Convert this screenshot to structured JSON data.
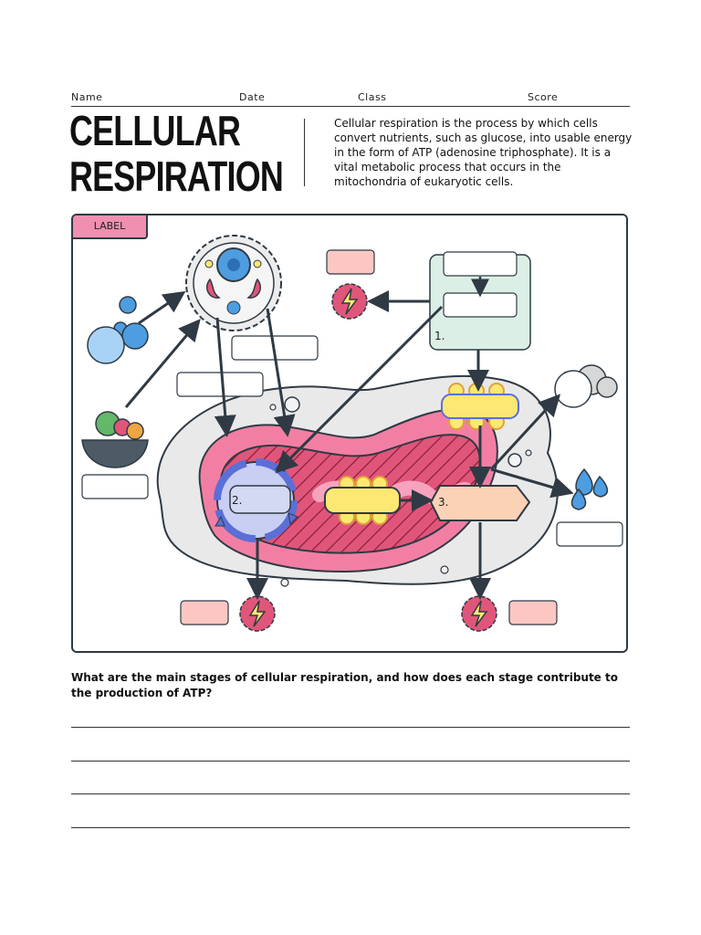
{
  "header": {
    "name_label": "Name",
    "date_label": "Date",
    "class_label": "Class",
    "score_label": "Score"
  },
  "title": {
    "line1": "CELLULAR",
    "line2": "RESPIRATION"
  },
  "intro_text": "Cellular respiration is the process by which cells convert nutrients, such as glucose, into usable energy in the form of ATP (adenosine triphosphate). It is a vital metabolic process that occurs in the mitochondria of eukaryotic cells.",
  "diagram": {
    "tag_label": "LABEL",
    "stage_1": "1.",
    "stage_2": "2.",
    "stage_3": "3.",
    "colors": {
      "mito_outer": "#f27fa3",
      "mito_inner": "#d9486d",
      "cytoplasm": "#e9e9ea",
      "glycolysis_box": "#dcefe6",
      "stage3_shape": "#fbd2b5",
      "yellow": "#fde873",
      "label_pink": "#fcc7c3",
      "krebs_ring": "#5b6fd6"
    },
    "icons": [
      "animal-cell-icon",
      "lightning-atp-icon",
      "water-drops-icon",
      "cloud-co2-icon",
      "food-bowl-icon",
      "oxygen-molecules-icon"
    ]
  },
  "question": "What are the main stages of cellular respiration, and how does each stage contribute to the production of ATP?"
}
